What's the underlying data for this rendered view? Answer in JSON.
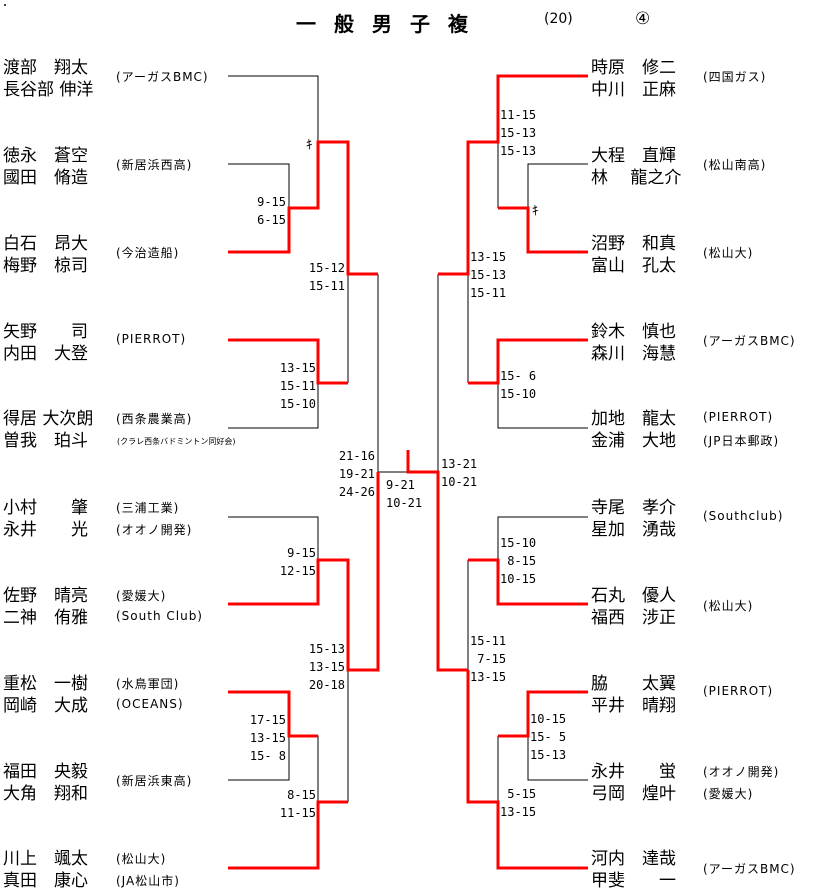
{
  "header": {
    "title": "一般男子複",
    "count": "(20)",
    "sheet": "④"
  },
  "colors": {
    "winner_line": "#ff0000",
    "line": "#000000"
  },
  "left": [
    {
      "p1": "渡部　翔太",
      "p2": "長谷部 伸洋",
      "club": "(アーガスBMC)"
    },
    {
      "p1": "徳永　蒼空",
      "p2": "國田　脩造",
      "club": "(新居浜西高)"
    },
    {
      "p1": "白石　昂大",
      "p2": "梅野　椋司",
      "club": "(今治造船)"
    },
    {
      "p1": "矢野　　司",
      "p2": "内田　大登",
      "club": "(PIERROT)"
    },
    {
      "p1": "得居 大次朗",
      "p2": "曽我　珀斗",
      "club": "(西条農業高)",
      "club2": "(クラレ西条バドミントン同好会)"
    },
    {
      "p1": "小村　　肇",
      "p2": "永井　　光",
      "club": "(三浦工業)",
      "club2": "(オオノ開発)"
    },
    {
      "p1": "佐野　晴亮",
      "p2": "二神　侑雅",
      "club": "(愛媛大)",
      "club2": "(South Club)"
    },
    {
      "p1": "重松　一樹",
      "p2": "岡崎　大成",
      "club": "(水鳥軍団)",
      "club2": "(OCEANS)"
    },
    {
      "p1": "福田　央毅",
      "p2": "大角　翔和",
      "club": "(新居浜東高)"
    },
    {
      "p1": "川上　颯太",
      "p2": "真田　康心",
      "club": "(松山大)",
      "club2": "(JA松山市)"
    }
  ],
  "right": [
    {
      "p1": "時原　修二",
      "p2": "中川　正麻",
      "club": "(四国ガス)"
    },
    {
      "p1": "大程　直輝",
      "p2": "林　 龍之介",
      "club": "(松山南高)"
    },
    {
      "p1": "沼野　和真",
      "p2": "富山　孔太",
      "club": "(松山大)"
    },
    {
      "p1": "鈴木　慎也",
      "p2": "森川　海慧",
      "club": "(アーガスBMC)"
    },
    {
      "p1": "加地　龍太",
      "p2": "金浦　大地",
      "club": "(PIERROT)",
      "club2": "(JP日本郵政)"
    },
    {
      "p1": "寺尾　孝介",
      "p2": "星加　湧哉",
      "club": "(Southclub)"
    },
    {
      "p1": "石丸　優人",
      "p2": "福西　涉正",
      "club": "(松山大)"
    },
    {
      "p1": "脇　　太翼",
      "p2": "平井　晴翔",
      "club": "(PIERROT)"
    },
    {
      "p1": "永井　　蛍",
      "p2": "弓岡　煌叶",
      "club": "(オオノ開発)",
      "club2": "(愛媛大)"
    },
    {
      "p1": "河内　達哉",
      "p2": "甲斐　　一",
      "club": "(アーガスBMC)"
    }
  ],
  "scores": {
    "l_r1a": "9-15\n6-15",
    "l_kiken1": "ｷ",
    "l_r2a": "15-12\n15-11",
    "l_r1b": "13-15\n15-11\n15-10",
    "l_semi": "21-16\n19-21\n24-26",
    "l_r1c": "9-15\n12-15",
    "l_r2b": "15-13\n13-15\n20-18",
    "l_r1d": "17-15\n13-15\n15- 8",
    "l_r1e": "8-15\n11-15",
    "final": "9-21\n10-21",
    "r_final": "13-21\n10-21",
    "r_r2a": "11-15\n15-13\n15-13",
    "r_kiken1": "ｷ",
    "r_r3a": "13-15\n15-13\n15-11",
    "r_r1b": "15- 6\n15-10",
    "r_r1c": "15-10\n 8-15\n10-15",
    "r_r3b": "15-11\n 7-15\n13-15",
    "r_r1d": "10-15\n15- 5\n15-13",
    "r_r1e": " 5-15\n13-15"
  }
}
